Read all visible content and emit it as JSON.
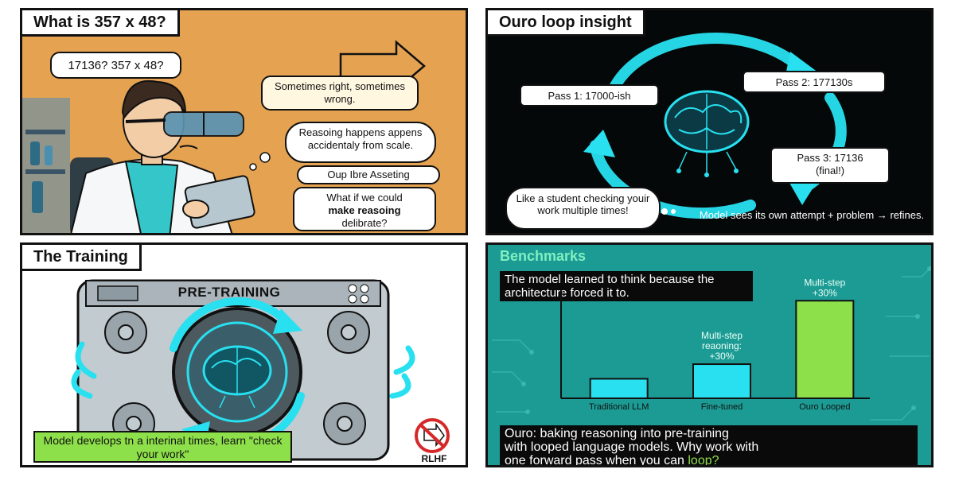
{
  "panels": {
    "p1": {
      "title": "What is 357 x 48?",
      "bubble_question": "17136? 357 x 48?",
      "bubble_right": "Sometimes right, sometimes wrong.",
      "bubble_reasoning": "Reasoing happens appens accidentaly from scale.",
      "bubble_label": "Oup Ibre Asseting",
      "bubble_what_if_1": "What if we could",
      "bubble_what_if_2": "make reasoing",
      "bubble_what_if_3": "delibrate?"
    },
    "p2": {
      "title": "Ouro loop insight",
      "pass1": "Pass 1: 17000-ish",
      "pass2": "Pass 2: 177130s",
      "pass3_a": "Pass 3: 17136",
      "pass3_b": "(final!)",
      "student": "Like a student checking youir work multiple times!",
      "caption": "Model sees its own attempt + problem → refines."
    },
    "p3": {
      "title": "The Training",
      "machine_label": "PRE-TRAINING",
      "caption": "Model develops tn a interinal times, learn \"check your work\"",
      "rlhf": "RLHF"
    },
    "p4": {
      "title": "Benchmarks",
      "headline": "The model learned to think because the architecture forced it to.",
      "caption_1": "Ouro: baking reasoning into pre-training",
      "caption_2": "with looped language models. Why work with",
      "caption_3": "one forward pass when you can",
      "caption_loop": "loop?"
    }
  },
  "colors": {
    "panel1_bg": "#e5a352",
    "panel2_bg": "#050808",
    "panel3_bg": "#ffffff",
    "panel4_bg": "#1c9b94",
    "cyan": "#28e0f0",
    "green_bar": "#8ee04a",
    "caption_green": "#8ee04a"
  },
  "chart_data": {
    "type": "bar",
    "title": "",
    "xlabel": "",
    "ylabel": "",
    "categories": [
      "Traditional LLM",
      "Fine-tuned",
      "Ouro Looped"
    ],
    "values": [
      20,
      35,
      100
    ],
    "ylim": [
      0,
      110
    ],
    "data_labels": [
      "",
      "Multi-step reaoning: +30%",
      "Multi-step +30%"
    ],
    "grid": false,
    "legend": "none"
  }
}
